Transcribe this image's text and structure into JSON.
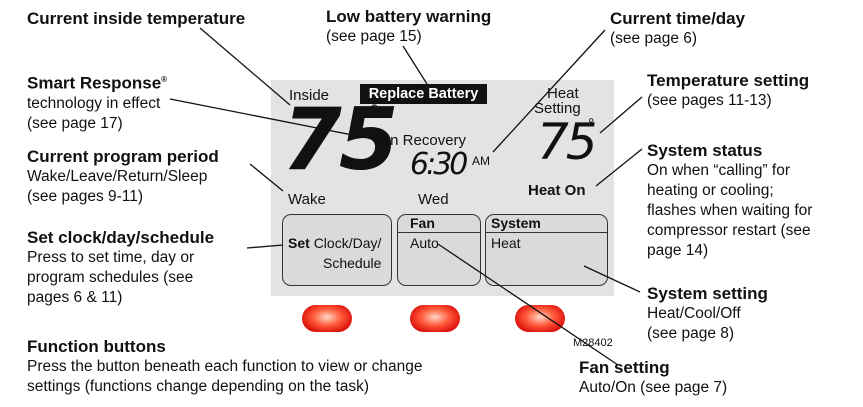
{
  "callouts": {
    "inside_temp": {
      "title": "Current inside temperature"
    },
    "low_battery": {
      "title": "Low battery warning",
      "desc": "(see page 15)"
    },
    "time_day": {
      "title": "Current time/day",
      "desc": "(see page 6)"
    },
    "smart_response": {
      "title": "Smart Response",
      "title_mark": "®",
      "desc1": "technology in effect",
      "desc2": "(see page 17)"
    },
    "temp_setting": {
      "title": "Temperature setting",
      "desc": "(see pages 11-13)"
    },
    "program_period": {
      "title": "Current program period",
      "desc1": "Wake/Leave/Return/Sleep",
      "desc2": "(see pages 9-11)"
    },
    "system_status": {
      "title": "System status",
      "desc1": "On when “calling” for",
      "desc2": "heating or cooling;",
      "desc3": "flashes when waiting for",
      "desc4": "compressor restart (see",
      "desc5": "page 14)"
    },
    "set_clock": {
      "title": "Set clock/day/schedule",
      "desc1": "Press to set time, day or",
      "desc2": "program schedules (see",
      "desc3": "pages 6 & 11)"
    },
    "system_setting": {
      "title": "System setting",
      "desc1": "Heat/Cool/Off",
      "desc2": "(see page 8)"
    },
    "function_buttons": {
      "title": "Function buttons",
      "desc1": "Press the button beneath each function to view or change",
      "desc2": "settings (functions change depending on the task)"
    },
    "fan_setting": {
      "title": "Fan setting",
      "desc": "Auto/On (see page 7)"
    }
  },
  "display": {
    "inside_label": "Inside",
    "inside_temp": "75",
    "degree": "°",
    "replace_battery": "Replace Battery",
    "in_recovery": "In Recovery",
    "time": "6:30",
    "am": "AM",
    "heat_setting_line1": "Heat",
    "heat_setting_line2": "Setting",
    "set_temp": "75",
    "period": "Wake",
    "day": "Wed",
    "status": "Heat On"
  },
  "softkeys": {
    "set": {
      "bold": "Set",
      "line1": "Clock/Day/",
      "line2": "Schedule"
    },
    "fan": {
      "header": "Fan",
      "value": "Auto"
    },
    "system": {
      "header": "System",
      "value": "Heat"
    }
  },
  "figure_id": "M28402"
}
